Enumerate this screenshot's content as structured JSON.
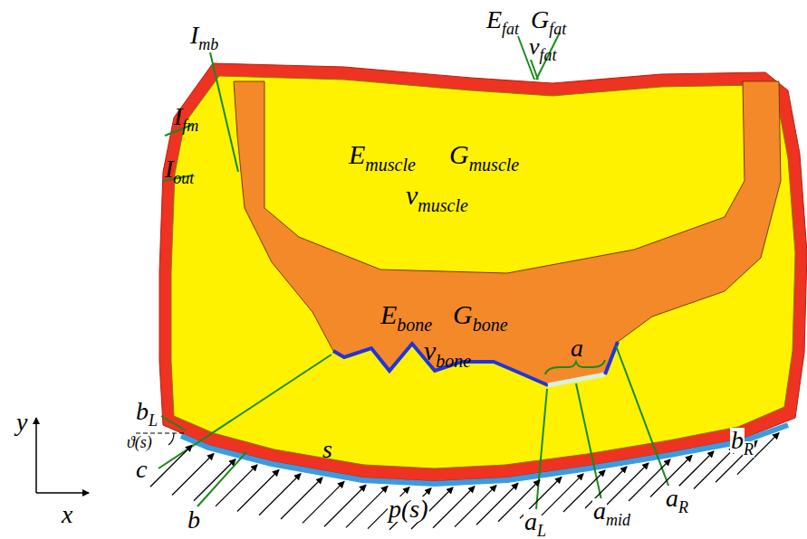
{
  "diagram": {
    "labels": [
      "E",
      "fat",
      "G",
      "fat",
      "v",
      "fat",
      "I",
      "mb",
      "E",
      "muscle",
      "G",
      "muscle",
      "v",
      "muscle",
      "I",
      "fm",
      "I",
      "out",
      "E",
      "bone",
      "G",
      "bone",
      "v",
      "bone",
      "a",
      "b",
      "L",
      "ϑ(s)",
      "y",
      "x",
      "c",
      "s",
      "b",
      "p(s)",
      "a",
      "L",
      "a",
      "mid",
      "a",
      "R",
      "b",
      "R"
    ]
  }
}
